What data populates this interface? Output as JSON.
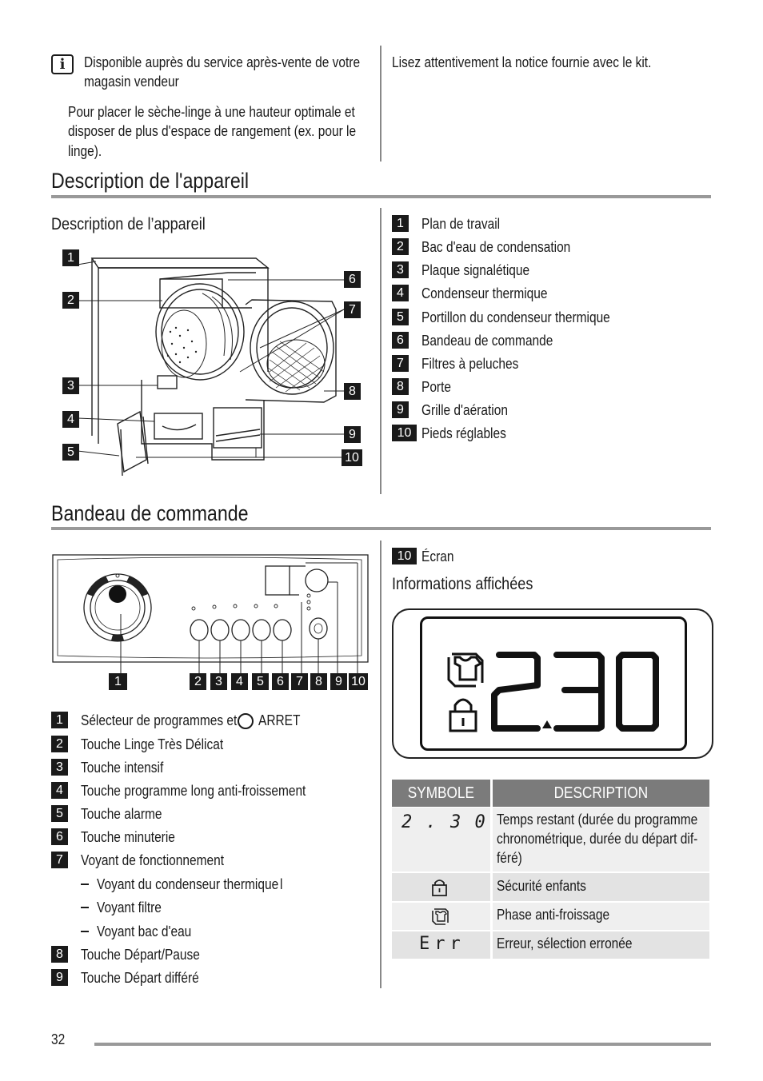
{
  "top": {
    "info_note": [
      "Disponible auprès du service après-vente de votre",
      "magasin vendeur"
    ],
    "para": [
      "Pour placer le sèche-linge à une hauteur optimale et",
      "disposer de plus d'espace de rangement (ex. pour le",
      "linge)."
    ],
    "right_text": "Lisez attentivement la notice fournie avec le kit."
  },
  "section1": {
    "title": "Description de l'appareil",
    "subtitle": "Description de l’appareil",
    "callouts": [
      "1",
      "2",
      "3",
      "4",
      "5",
      "6",
      "7",
      "8",
      "9",
      "10"
    ],
    "items": [
      {
        "n": "1",
        "label": "Plan de travail"
      },
      {
        "n": "2",
        "label": "Bac d'eau de condensation"
      },
      {
        "n": "3",
        "label": "Plaque signalétique"
      },
      {
        "n": "4",
        "label": "Condenseur thermique"
      },
      {
        "n": "5",
        "label": "Portillon du condenseur thermique"
      },
      {
        "n": "6",
        "label": "Bandeau de commande"
      },
      {
        "n": "7",
        "label": "Filtres à peluches"
      },
      {
        "n": "8",
        "label": "Porte"
      },
      {
        "n": "9",
        "label": "Grille d'aération"
      },
      {
        "n": "10",
        "label": "Pieds réglables"
      }
    ]
  },
  "section2": {
    "title": "Bandeau de commande",
    "panel_numbers": [
      "1",
      "2",
      "3",
      "4",
      "5",
      "6",
      "7",
      "8",
      "9",
      "10"
    ],
    "items": [
      {
        "n": "1",
        "label": "Sélecteur de programmes et",
        "suffix": "ARRET"
      },
      {
        "n": "2",
        "label": "Touche Linge Très Délicat"
      },
      {
        "n": "3",
        "label": "Touche intensif"
      },
      {
        "n": "4",
        "label": "Touche programme long anti-froissement"
      },
      {
        "n": "5",
        "label": "Touche alarme"
      },
      {
        "n": "6",
        "label": "Touche minuterie"
      },
      {
        "n": "7",
        "label": "Voyant de fonctionnement"
      }
    ],
    "sub_items": [
      "Voyant du condenseur thermique",
      "Voyant filtre",
      "Voyant bac d'eau"
    ],
    "sub_suffix": "l",
    "items_b": [
      {
        "n": "8",
        "label": "Touche Départ/Pause"
      },
      {
        "n": "9",
        "label": "Touche Départ différé"
      }
    ],
    "item10": {
      "n": "10",
      "label": "Écran"
    },
    "display_title": "Informations affichées",
    "display_value": "2.30",
    "table": {
      "headers": [
        "SYMBOLE",
        "DESCRIPTION"
      ],
      "rows": [
        {
          "symbol": "2 . 3 0",
          "desc": [
            "Temps restant (durée du programme",
            "chronométrique, durée du départ dif-",
            "féré)"
          ]
        },
        {
          "symbol": "lock-icon",
          "desc": [
            "Sécurité enfants"
          ]
        },
        {
          "symbol": "shirt-icon",
          "desc": [
            "Phase anti-froissage"
          ]
        },
        {
          "symbol": "Err",
          "desc": [
            "Erreur, sélection erronée"
          ]
        }
      ]
    }
  },
  "page_number": "32"
}
